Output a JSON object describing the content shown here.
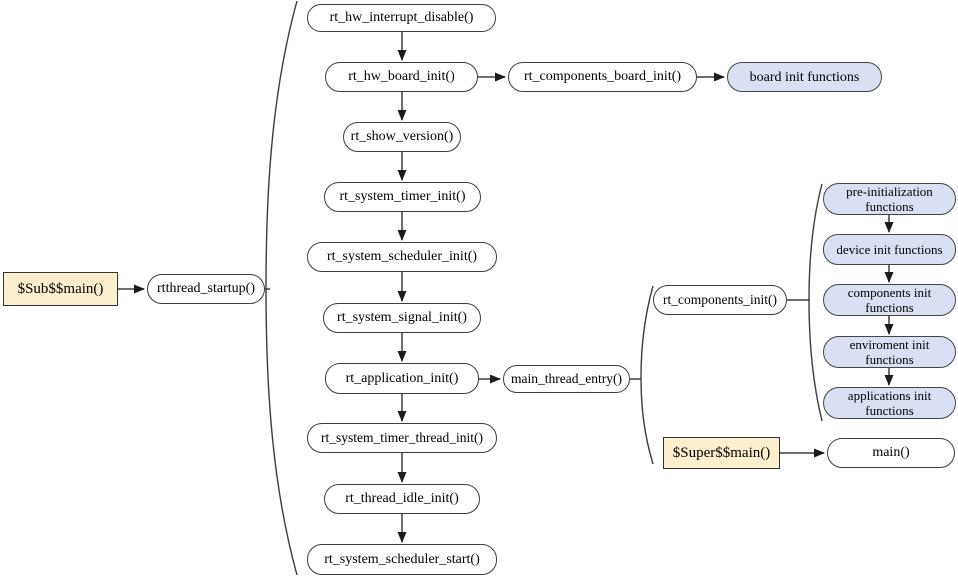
{
  "diagram": {
    "description": "RT-Thread startup flow chart",
    "colors": {
      "node_fill": "#ffffff",
      "group_fill": "#d9e0f3",
      "highlight_fill": "#fcefce",
      "line": "#3d3d3d",
      "text": "#000000"
    },
    "nodes": [
      {
        "id": "sub_main",
        "label": "$Sub$$main()",
        "shape": "rect",
        "fill": "tan"
      },
      {
        "id": "rtthread_startup",
        "label": "rtthread_startup()",
        "shape": "stadium",
        "fill": "white"
      },
      {
        "id": "rt_hw_interrupt_disable",
        "label": "rt_hw_interrupt_disable()",
        "shape": "stadium",
        "fill": "white"
      },
      {
        "id": "rt_hw_board_init",
        "label": "rt_hw_board_init()",
        "shape": "stadium",
        "fill": "white"
      },
      {
        "id": "rt_components_board_init",
        "label": "rt_components_board_init()",
        "shape": "stadium",
        "fill": "white"
      },
      {
        "id": "board_init_functions",
        "label": "board init functions",
        "shape": "stadium",
        "fill": "blue"
      },
      {
        "id": "rt_show_version",
        "label": "rt_show_version()",
        "shape": "stadium",
        "fill": "white"
      },
      {
        "id": "rt_system_timer_init",
        "label": "rt_system_timer_init()",
        "shape": "stadium",
        "fill": "white"
      },
      {
        "id": "rt_system_scheduler_init",
        "label": "rt_system_scheduler_init()",
        "shape": "stadium",
        "fill": "white"
      },
      {
        "id": "rt_system_signal_init",
        "label": "rt_system_signal_init()",
        "shape": "stadium",
        "fill": "white"
      },
      {
        "id": "rt_application_init",
        "label": "rt_application_init()",
        "shape": "stadium",
        "fill": "white"
      },
      {
        "id": "main_thread_entry",
        "label": "main_thread_entry()",
        "shape": "stadium",
        "fill": "white"
      },
      {
        "id": "rt_system_timer_thread_init",
        "label": "rt_system_timer_thread_init()",
        "shape": "stadium",
        "fill": "white"
      },
      {
        "id": "rt_thread_idle_init",
        "label": "rt_thread_idle_init()",
        "shape": "stadium",
        "fill": "white"
      },
      {
        "id": "rt_system_scheduler_start",
        "label": "rt_system_scheduler_start()",
        "shape": "stadium",
        "fill": "white"
      },
      {
        "id": "rt_components_init",
        "label": "rt_components_init()",
        "shape": "stadium",
        "fill": "white"
      },
      {
        "id": "super_main",
        "label": "$Super$$main()",
        "shape": "rect",
        "fill": "tan"
      },
      {
        "id": "main",
        "label": "main()",
        "shape": "stadium",
        "fill": "white"
      },
      {
        "id": "pre_init_functions",
        "label": "pre-initialization functions",
        "shape": "stadium",
        "fill": "blue"
      },
      {
        "id": "device_init_functions",
        "label": "device init functions",
        "shape": "stadium",
        "fill": "blue"
      },
      {
        "id": "components_init_functions",
        "label": "components init functions",
        "shape": "stadium",
        "fill": "blue"
      },
      {
        "id": "enviroment_init_functions",
        "label": "enviroment init functions",
        "shape": "stadium",
        "fill": "blue"
      },
      {
        "id": "applications_init_functions",
        "label": "applications init functions",
        "shape": "stadium",
        "fill": "blue"
      }
    ],
    "edges": [
      {
        "from": "sub_main",
        "to": "rtthread_startup",
        "type": "arrow"
      },
      {
        "from": "rtthread_startup",
        "to": "startup_sequence_brace",
        "type": "line"
      },
      {
        "from": "rt_hw_interrupt_disable",
        "to": "rt_hw_board_init",
        "type": "arrow"
      },
      {
        "from": "rt_hw_board_init",
        "to": "rt_components_board_init",
        "type": "arrow"
      },
      {
        "from": "rt_components_board_init",
        "to": "board_init_functions",
        "type": "arrow"
      },
      {
        "from": "rt_hw_board_init",
        "to": "rt_show_version",
        "type": "arrow"
      },
      {
        "from": "rt_show_version",
        "to": "rt_system_timer_init",
        "type": "arrow"
      },
      {
        "from": "rt_system_timer_init",
        "to": "rt_system_scheduler_init",
        "type": "arrow"
      },
      {
        "from": "rt_system_scheduler_init",
        "to": "rt_system_signal_init",
        "type": "arrow"
      },
      {
        "from": "rt_system_signal_init",
        "to": "rt_application_init",
        "type": "arrow"
      },
      {
        "from": "rt_application_init",
        "to": "main_thread_entry",
        "type": "arrow"
      },
      {
        "from": "rt_application_init",
        "to": "rt_system_timer_thread_init",
        "type": "arrow"
      },
      {
        "from": "rt_system_timer_thread_init",
        "to": "rt_thread_idle_init",
        "type": "arrow"
      },
      {
        "from": "rt_thread_idle_init",
        "to": "rt_system_scheduler_start",
        "type": "arrow"
      },
      {
        "from": "main_thread_entry",
        "to": "main_thread_brace",
        "type": "line"
      },
      {
        "from": "rt_components_init",
        "to": "init_groups_brace",
        "type": "line"
      },
      {
        "from": "pre_init_functions",
        "to": "device_init_functions",
        "type": "arrow"
      },
      {
        "from": "device_init_functions",
        "to": "components_init_functions",
        "type": "arrow"
      },
      {
        "from": "components_init_functions",
        "to": "enviroment_init_functions",
        "type": "arrow"
      },
      {
        "from": "enviroment_init_functions",
        "to": "applications_init_functions",
        "type": "arrow"
      },
      {
        "from": "super_main",
        "to": "main",
        "type": "arrow"
      }
    ]
  }
}
